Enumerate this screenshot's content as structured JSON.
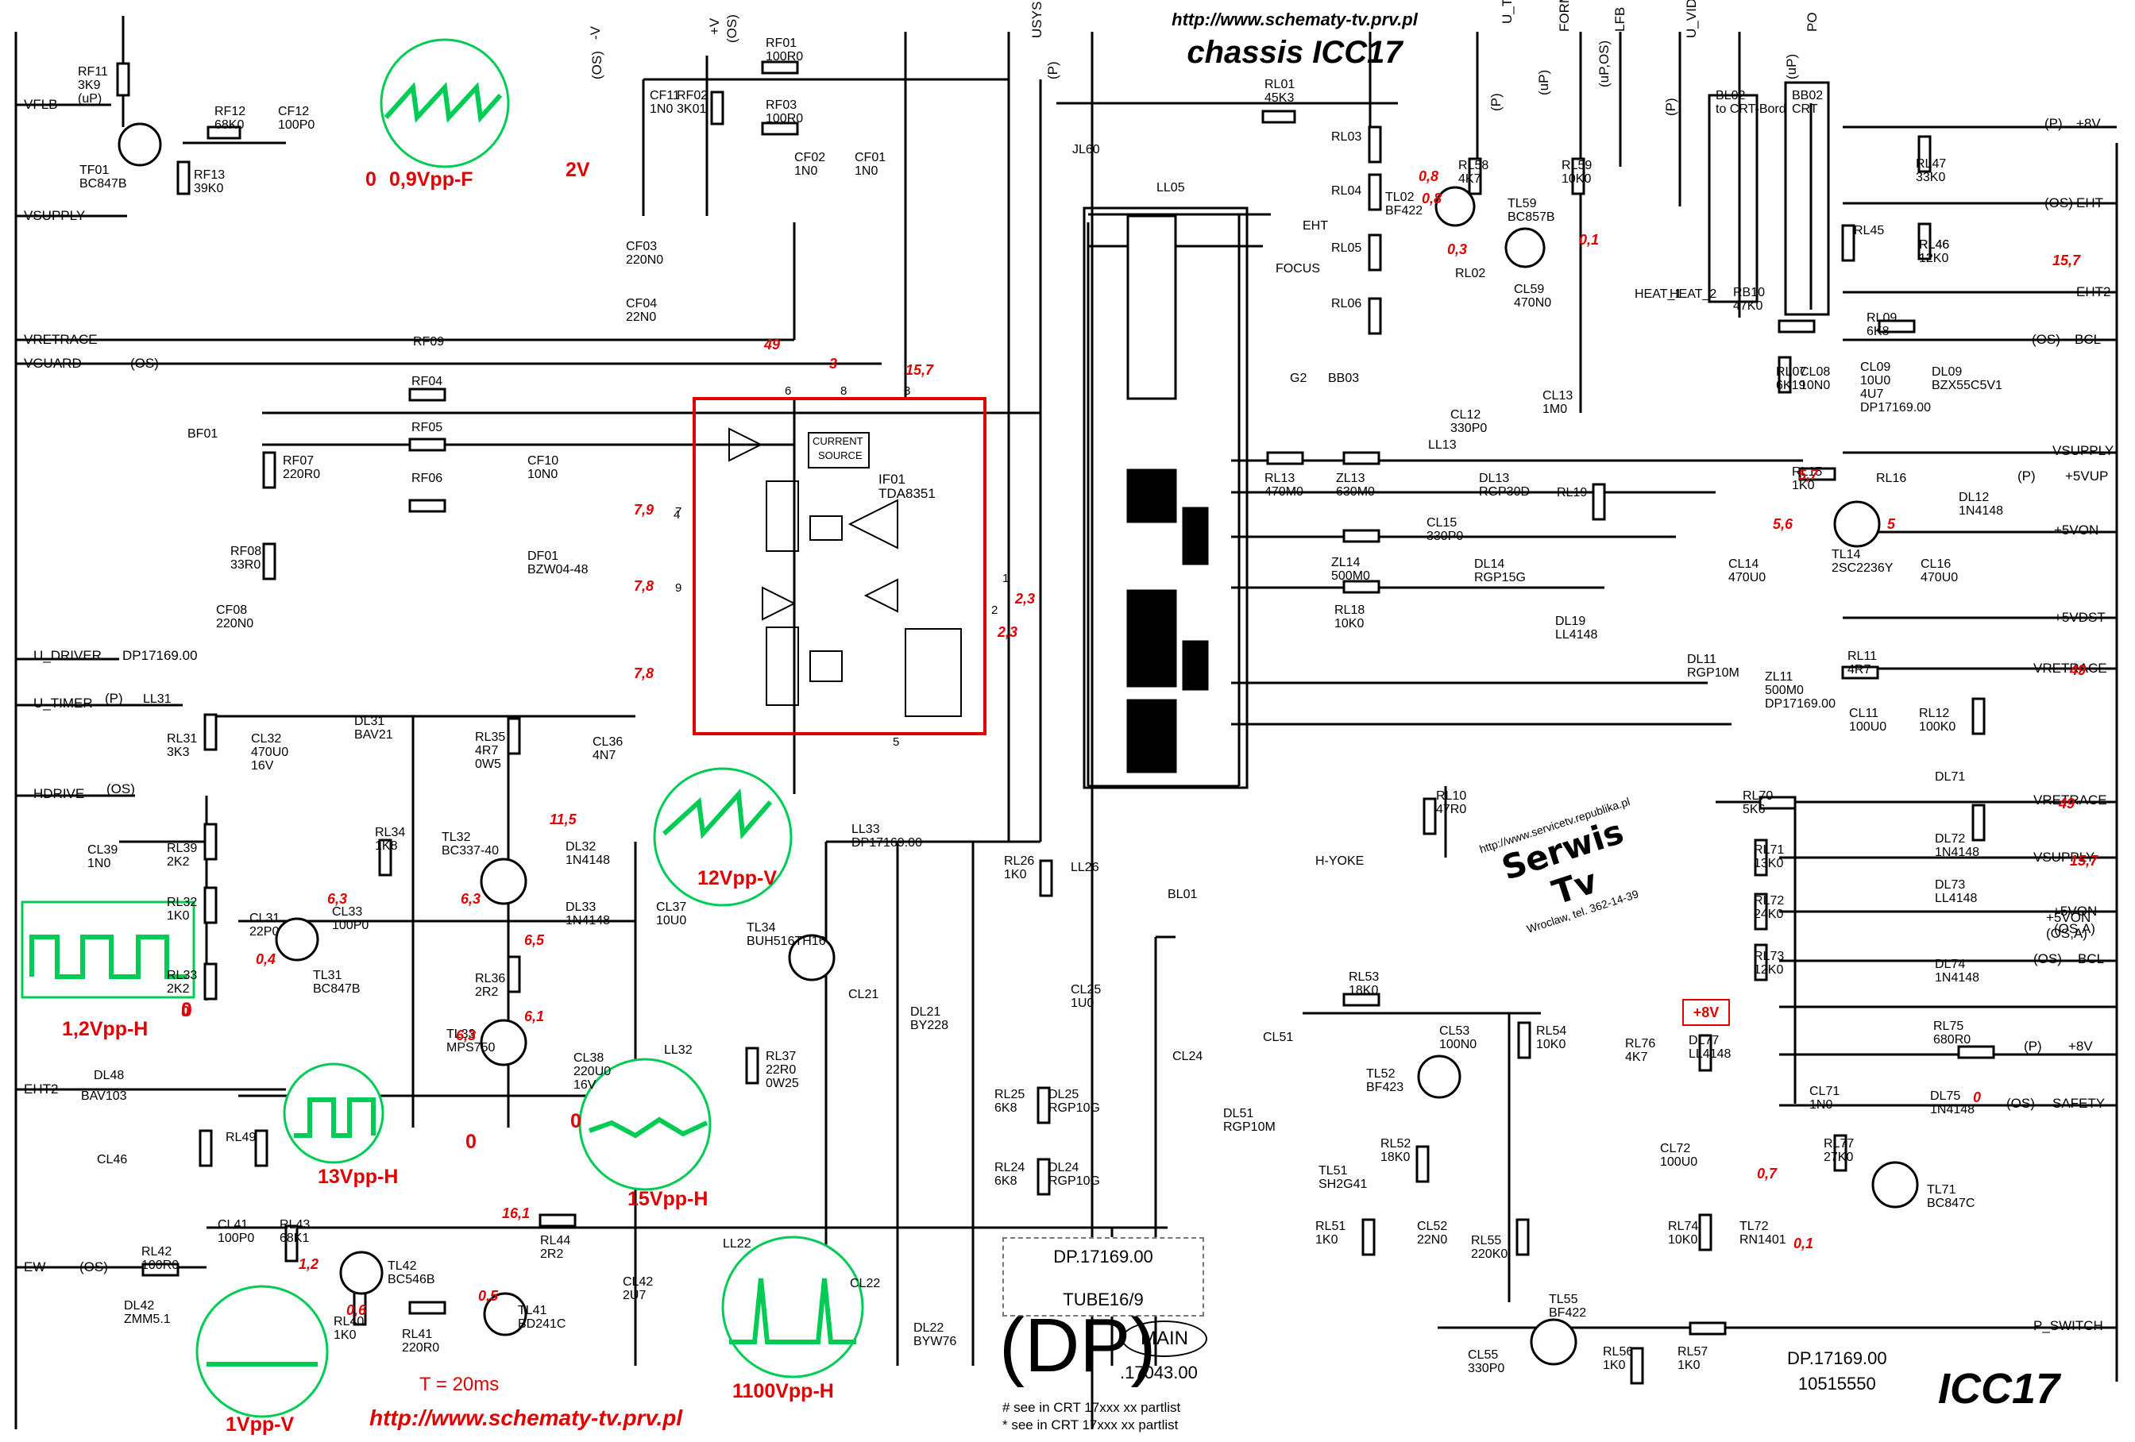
{
  "header": {
    "url": "http://www.schematy-tv.prv.pl",
    "title": "chassis ICC17"
  },
  "footer": {
    "url": "http://www.schematy-tv.prv.pl",
    "period": "T = 20ms",
    "corner": "ICC17"
  },
  "board_ids": {
    "tube_box_code": "DP.17169.00",
    "tube_box_name": "TUBE16/9",
    "dp_mark": "(DP)",
    "main_mark": "MAIN",
    "main_code": ".17043.00",
    "right_code": "DP.17169.00",
    "right_number": "10515550",
    "notes": [
      "# see in CRT 17xxx xx partlist",
      "* see in CRT 17xxx xx partlist"
    ],
    "warning_flag": "+8V"
  },
  "stamp": {
    "brand": "Serwis Tv",
    "line1": "http://www.servicetv.republika.pl",
    "line2": "Wroclaw, tel. 362-14-39"
  },
  "oscillograms": [
    {
      "id": "osc-vflb",
      "label": "0,9Vpp-F",
      "extra": "2V",
      "zero": "0"
    },
    {
      "id": "osc-vout",
      "label": "12Vpp-V"
    },
    {
      "id": "osc-drive",
      "label": "1,2Vpp-H",
      "zero": "0"
    },
    {
      "id": "osc-tl33",
      "label": "13Vpp-H",
      "zero": "0"
    },
    {
      "id": "osc-tl34",
      "label": "15Vpp-H",
      "zero": "0"
    },
    {
      "id": "osc-ew",
      "label": "1Vpp-V"
    },
    {
      "id": "osc-ll22",
      "label": "1100Vpp-H"
    }
  ],
  "ic": {
    "ref": "IF01",
    "part": "TDA8351",
    "labels": [
      "CURRENT",
      "SOURCE"
    ],
    "pins": [
      "1",
      "2",
      "3",
      "4",
      "5",
      "6",
      "7",
      "8",
      "9"
    ]
  },
  "connector_signals": {
    "left": [
      "VFLB",
      "VSUPPLY",
      "VRETRACE",
      "VGUARD",
      "(OS)",
      "U_DRIVER",
      "DP17169.00",
      "U_TIMER",
      "(P)",
      "HDRIVE",
      "(OS)",
      "EHT2",
      "EW",
      "(OS)",
      "+5VON",
      "(OS,A)"
    ],
    "top": [
      "-V",
      "(OS)",
      "+V",
      "(OS)",
      "USYS",
      "(P)",
      "U_TIMER",
      "(P)",
      "FORMAT/BC",
      "(uP)",
      "LFB",
      "(uP,OS)",
      "U_VIDEO",
      "(P)",
      "PO",
      "(uP)"
    ],
    "right": [
      "(P)",
      "+8V",
      "(OS)",
      "EHT",
      "EHT2",
      "(OS)",
      "BCL",
      "VSUPPLY",
      "(P)",
      "+5VUP",
      "+5VON",
      "+5VDST",
      "VRETRACE",
      "VRETRACE",
      "VSUPPLY",
      "+5VON",
      "(OS,A)",
      "(OS)",
      "BCL",
      "(P)",
      "+8V",
      "(OS)",
      "SAFETY",
      "P_SWITCH"
    ]
  },
  "components": [
    [
      "RF11",
      "3K9",
      "(uP)"
    ],
    [
      "TF01",
      "BC847B"
    ],
    [
      "RF12",
      "68K0"
    ],
    [
      "CF12",
      "100P0"
    ],
    [
      "RF13",
      "39K0"
    ],
    [
      "CF11",
      "1N0"
    ],
    [
      "RF02",
      "3K01"
    ],
    [
      "RF01",
      "100R0"
    ],
    [
      "RF03",
      "100R0"
    ],
    [
      "CF02",
      "1N0"
    ],
    [
      "CF01",
      "1N0"
    ],
    [
      "CF03",
      "220N0"
    ],
    [
      "CF04",
      "22N0"
    ],
    [
      "RF09",
      ""
    ],
    [
      "RF04",
      ""
    ],
    [
      "RF05",
      ""
    ],
    [
      "RF06",
      ""
    ],
    [
      "BF01",
      ""
    ],
    [
      "RF07",
      "220R0"
    ],
    [
      "CF10",
      "10N0"
    ],
    [
      "DF01",
      "BZW04-48"
    ],
    [
      "RF08",
      "33R0"
    ],
    [
      "CF08",
      "220N0"
    ],
    [
      "RL31",
      "3K3"
    ],
    [
      "LL31",
      ""
    ],
    [
      "CL32",
      "470U0",
      "16V"
    ],
    [
      "DL31",
      "BAV21"
    ],
    [
      "RL35",
      "4R7",
      "0W5"
    ],
    [
      "CL36",
      "4N7"
    ],
    [
      "CL39",
      "1N0"
    ],
    [
      "RL39",
      "2K2"
    ],
    [
      "RL34",
      "1K8"
    ],
    [
      "TL32",
      "BC337-40"
    ],
    [
      "DL32",
      "1N4148"
    ],
    [
      "RL32",
      "1K0"
    ],
    [
      "CL31",
      "22P0"
    ],
    [
      "CL33",
      "100P0"
    ],
    [
      "TL31",
      "BC847B"
    ],
    [
      "RL33",
      "2K2"
    ],
    [
      "DL33",
      "1N4148"
    ],
    [
      "RL36",
      "2R2"
    ],
    [
      "TL33",
      "MPS750"
    ],
    [
      "CL38",
      "220U0",
      "16V"
    ],
    [
      "CL37",
      "10U0"
    ],
    [
      "LL32",
      ""
    ],
    [
      "RL37",
      "22R0",
      "0W25"
    ],
    [
      "TL34",
      "BUH516TH16"
    ],
    [
      "LL33",
      "DP17169.00"
    ],
    [
      "CL21",
      ""
    ],
    [
      "DL21",
      "BY228"
    ],
    [
      "DL22",
      "BYW76"
    ],
    [
      "CL22",
      ""
    ],
    [
      "DL48",
      ""
    ],
    [
      "BAV103",
      ""
    ],
    [
      "CL46",
      ""
    ],
    [
      "RL46",
      ""
    ],
    [
      "RL49",
      ""
    ],
    [
      "CL41",
      "100P0"
    ],
    [
      "RL43",
      "68K1"
    ],
    [
      "RL42",
      "100R0"
    ],
    [
      "DL42",
      "ZMM5.1"
    ],
    [
      "TL42",
      "BC546B"
    ],
    [
      "RL44",
      "2R2"
    ],
    [
      "CL42",
      "2U7"
    ],
    [
      "LL22",
      ""
    ],
    [
      "RL40",
      "1K0"
    ],
    [
      "RL41",
      "220R0"
    ],
    [
      "TL41",
      "BD241C"
    ],
    [
      "RL26",
      "1K0"
    ],
    [
      "LL26",
      ""
    ],
    [
      "BL01",
      ""
    ],
    [
      "CL25",
      "1U0"
    ],
    [
      "CL24",
      ""
    ],
    [
      "RL25",
      "6K8"
    ],
    [
      "DL25",
      "RGP10G"
    ],
    [
      "RL24",
      "6K8"
    ],
    [
      "DL24",
      "RGP10G"
    ],
    [
      "RL53",
      "18K0"
    ],
    [
      "CL53",
      "100N0"
    ],
    [
      "RL54",
      "10K0"
    ],
    [
      "CL51",
      ""
    ],
    [
      "TL52",
      "BF423"
    ],
    [
      "DL51",
      "RGP10M"
    ],
    [
      "RL52",
      "18K0"
    ],
    [
      "TL51",
      "SH2G41"
    ],
    [
      "RL51",
      "1K0"
    ],
    [
      "CL52",
      "22N0"
    ],
    [
      "RL55",
      "220K0"
    ],
    [
      "CL55",
      "330P0"
    ],
    [
      "TL55",
      "BF422"
    ],
    [
      "RL56",
      "1K0"
    ],
    [
      "RL57",
      "1K0"
    ],
    [
      "JL60",
      ""
    ],
    [
      "LL05",
      ""
    ],
    [
      "RL01",
      "45K3"
    ],
    [
      "RL03",
      ""
    ],
    [
      "RL04",
      ""
    ],
    [
      "TL02",
      "BF422"
    ],
    [
      "RL58",
      "4K7"
    ],
    [
      "TL59",
      "BC857B"
    ],
    [
      "RL59",
      "10K0"
    ],
    [
      "RL05",
      ""
    ],
    [
      "CL59",
      "470N0"
    ],
    [
      "RL02",
      ""
    ],
    [
      "RL06",
      ""
    ],
    [
      "BB03",
      ""
    ],
    [
      "CL12",
      "330P0"
    ],
    [
      "CL13",
      "1M0"
    ],
    [
      "RL13",
      "470M0"
    ],
    [
      "ZL13",
      "630M0"
    ],
    [
      "LL13",
      ""
    ],
    [
      "DL13",
      "RGP30D"
    ],
    [
      "RL19",
      ""
    ],
    [
      "CL15",
      "330P0"
    ],
    [
      "ZL14",
      "500M0"
    ],
    [
      "DL14",
      "RGP15G"
    ],
    [
      "RL18",
      "10K0"
    ],
    [
      "DL19",
      "LL4148"
    ],
    [
      "BL02",
      "to CRT-Bord"
    ],
    [
      "BB02",
      "CRT"
    ],
    [
      "RB10",
      "47K0"
    ],
    [
      "RL47",
      "33K0"
    ],
    [
      "RL45",
      ""
    ],
    [
      "RL46",
      "12K0"
    ],
    [
      "RL09",
      "6K8"
    ],
    [
      "RL07",
      "6K19"
    ],
    [
      "CL08",
      "10N0"
    ],
    [
      "CL09",
      "10U0",
      "4U7",
      "DP17169.00"
    ],
    [
      "DL09",
      "BZX55C5V1"
    ],
    [
      "RL15",
      "1K0"
    ],
    [
      "RL16",
      ""
    ],
    [
      "DL12",
      "1N4148"
    ],
    [
      "TL14",
      "2SC2236Y"
    ],
    [
      "CL14",
      "470U0"
    ],
    [
      "CL16",
      "470U0"
    ],
    [
      "DL11",
      "RGP10M"
    ],
    [
      "ZL11",
      "500M0",
      "DP17169.00"
    ],
    [
      "RL11",
      "4R7"
    ],
    [
      "CL11",
      "100U0"
    ],
    [
      "RL12",
      "100K0"
    ],
    [
      "RL10",
      "47R0"
    ],
    [
      "RL70",
      "5K6"
    ],
    [
      "DL71",
      ""
    ],
    [
      "RL71",
      "13K0"
    ],
    [
      "DL72",
      "1N4148"
    ],
    [
      "RL72",
      "24K0"
    ],
    [
      "DL73",
      "LL4148"
    ],
    [
      "RL73",
      "12K0"
    ],
    [
      "DL74",
      "1N4148"
    ],
    [
      "RL75",
      "680R0"
    ],
    [
      "DL75",
      "1N4148"
    ],
    [
      "RL76",
      "4K7"
    ],
    [
      "DL77",
      "LL4148"
    ],
    [
      "CL71",
      "1N0"
    ],
    [
      "CL72",
      "100U0"
    ],
    [
      "RL77",
      "27K0"
    ],
    [
      "TL71",
      "BC847C"
    ],
    [
      "RL74",
      "10K0"
    ],
    [
      "TL72",
      "RN1401"
    ],
    [
      "H-YOKE",
      ""
    ],
    [
      "FOCUS",
      ""
    ],
    [
      "G2",
      ""
    ],
    [
      "EHT",
      ""
    ],
    [
      "HEAT_1",
      ""
    ],
    [
      "HEAT_2",
      ""
    ]
  ],
  "voltages": [
    "49",
    "3",
    "15,7",
    "7,9",
    "7,8",
    "7,8",
    "2,3",
    "2,3",
    "11,5",
    "6,3",
    "6,3",
    "6,5",
    "6,1",
    "6,3",
    "0,4",
    "0",
    "16,1",
    "1,2",
    "0,6",
    "0,5",
    "0,8",
    "0,8",
    "0,3",
    "0,1",
    "5,7",
    "5,6",
    "5",
    "15,7",
    "49",
    "49",
    "15,7",
    "0",
    "0,7",
    "0,1"
  ],
  "colors": {
    "wire": "#000000",
    "voltage": "#e00000",
    "oscillogram": "#00cc55",
    "ic_box": "#e00000"
  }
}
